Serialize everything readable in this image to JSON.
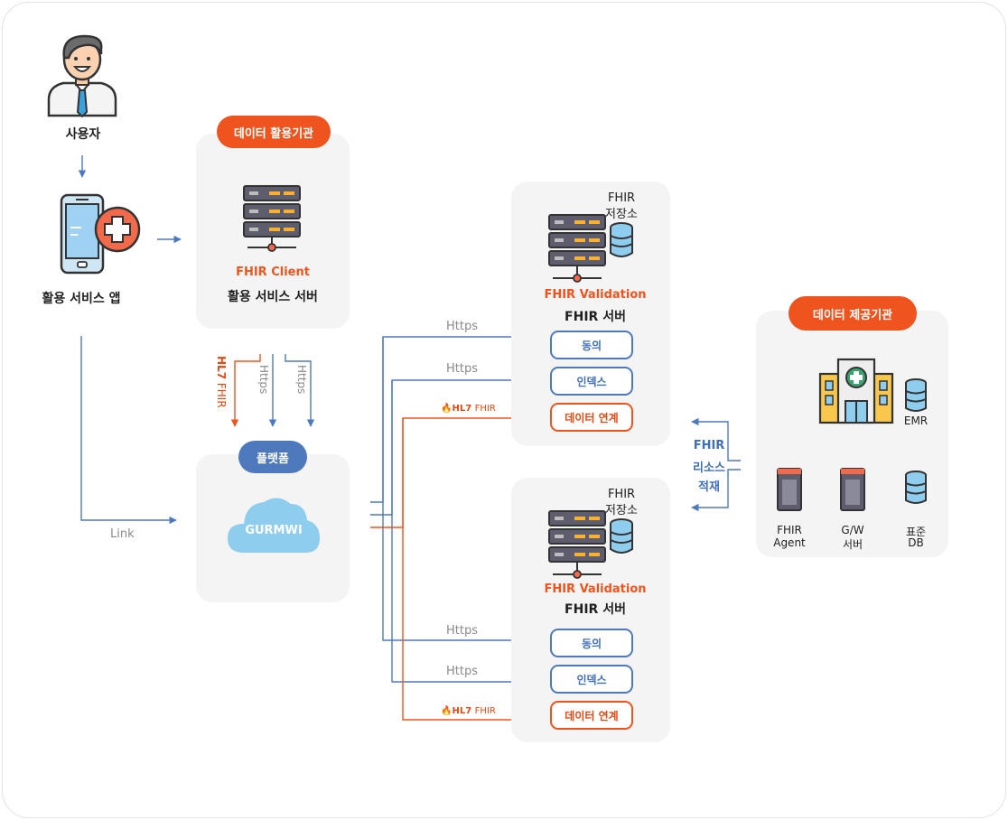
{
  "user": {
    "label": "사용자"
  },
  "app": {
    "label": "활용 서비스 앱"
  },
  "link": {
    "label": "Link"
  },
  "consumer_org": {
    "badge": "데이터 활용기관",
    "role": "FHIR Client",
    "title": "활용 서비스 서버"
  },
  "platform": {
    "badge": "플랫폼",
    "cloud_label": "GURMWI"
  },
  "left_labels": {
    "hl7": "HL7",
    "fhir": "FHIR",
    "https_1": "Https",
    "https_2": "Https"
  },
  "server_top": {
    "store_label_1": "FHIR",
    "store_label_2": "저장소",
    "role": "FHIR Validation",
    "title": "FHIR 서버",
    "buttons": [
      "동의",
      "인덱스",
      "데이터 연계"
    ],
    "links": [
      "Https",
      "Https"
    ],
    "hl7": "HL7",
    "fhir": "FHIR"
  },
  "server_bottom": {
    "store_label_1": "FHIR",
    "store_label_2": "저장소",
    "role": "FHIR Validation",
    "title": "FHIR 서버",
    "buttons": [
      "동의",
      "인덱스",
      "데이터 연계"
    ],
    "links": [
      "Https",
      "Https"
    ],
    "hl7": "HL7",
    "fhir": "FHIR"
  },
  "resource_stack": {
    "line1": "FHIR",
    "line2": "리소스",
    "line3": "적재"
  },
  "provider_org": {
    "badge": "데이터 제공기관",
    "emr": "EMR",
    "agent_1": "FHIR",
    "agent_2": "Agent",
    "gw_1": "G/W",
    "gw_2": "서버",
    "db_1": "표준",
    "db_2": "DB"
  },
  "colors": {
    "accent_orange": "#f0541e",
    "accent_blue": "#4e79bd",
    "card_bg": "#f4f4f4"
  }
}
